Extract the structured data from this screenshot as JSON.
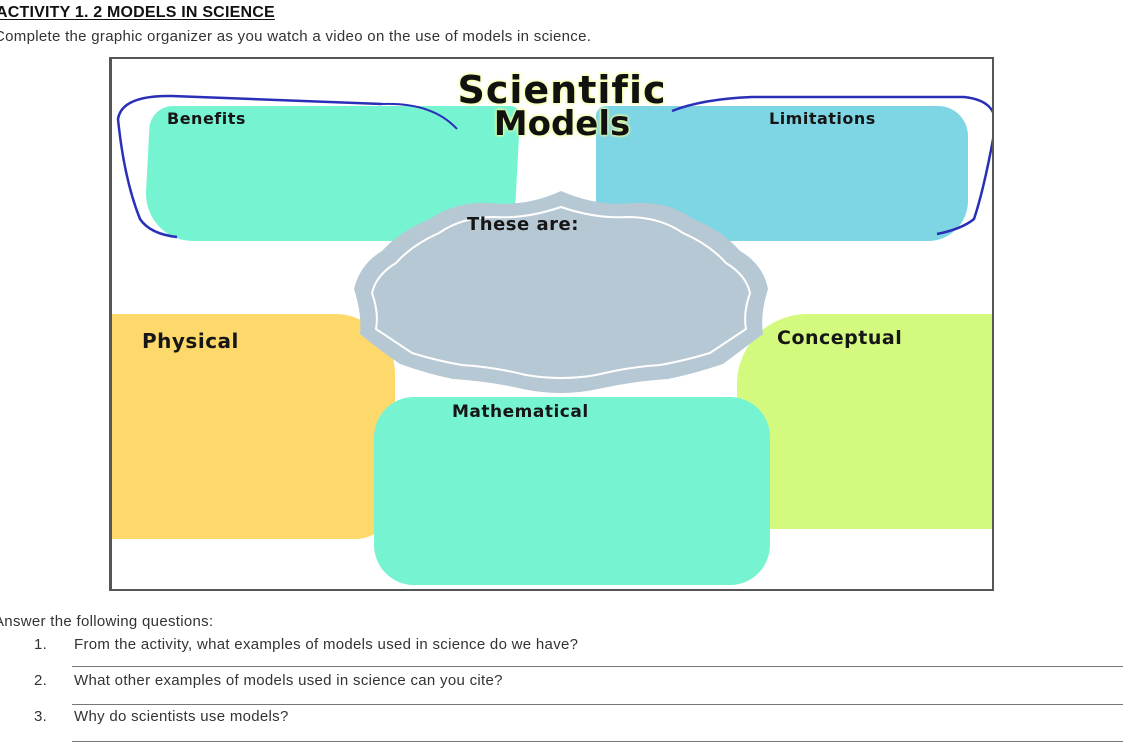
{
  "document": {
    "title": "ACTIVITY 1. 2 MODELS IN SCIENCE",
    "instruction": "Complete the graphic organizer as you watch a video on the use of models in science."
  },
  "organizer": {
    "title_line1": "Scientific",
    "title_line2": "Models",
    "center_label": "These are:",
    "boxes": {
      "benefits": {
        "label": "Benefits",
        "color": "#76f4d2"
      },
      "limitations": {
        "label": "Limitations",
        "color": "#7ed5e4"
      },
      "physical": {
        "label": "Physical",
        "color": "#fdd96c"
      },
      "conceptual": {
        "label": "Conceptual",
        "color": "#d3fa7e"
      },
      "mathematical": {
        "label": "Mathematical",
        "color": "#76f4d2"
      }
    },
    "center_color": "#b6c8d3",
    "outline_color": "#2a2fb8"
  },
  "questions": {
    "heading": "Answer the following questions:",
    "items": [
      {
        "number": "1.",
        "text": "From the activity, what examples of models used in science do we have?",
        "answer": ""
      },
      {
        "number": "2.",
        "text": "What other examples of models used in science can you cite?",
        "answer": ""
      },
      {
        "number": "3.",
        "text": "Why do scientists use models?",
        "answer": ""
      }
    ]
  }
}
